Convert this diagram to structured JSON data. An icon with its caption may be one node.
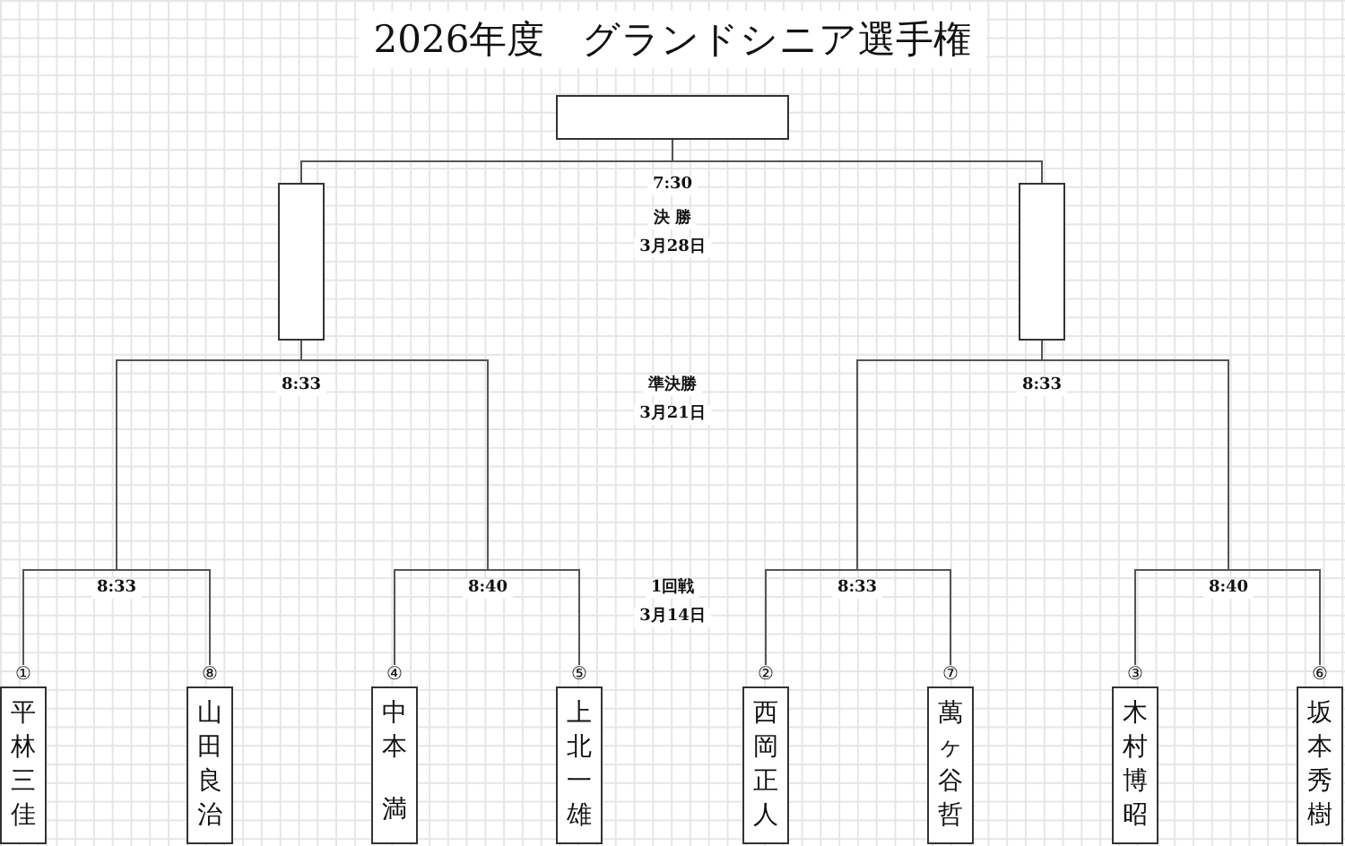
{
  "diagram": {
    "title": "2026年度　グランドシニア選手権",
    "nodes": [
      {
        "text": [],
        "shape": "box"
      },
      {
        "text": [],
        "shape": "box"
      },
      {
        "text": [],
        "shape": "box"
      },
      {
        "text": [
          "平林",
          "三佳"
        ],
        "beside": [
          "①"
        ]
      },
      {
        "text": [
          "山田",
          "良治"
        ],
        "beside": [
          "⑧"
        ]
      },
      {
        "text": [
          "中本",
          "満"
        ],
        "beside": [
          "④"
        ]
      },
      {
        "text": [
          "上北",
          "一雄"
        ],
        "beside": [
          "⑤"
        ]
      },
      {
        "text": [
          "西岡",
          "正人"
        ],
        "beside": [
          "②"
        ]
      },
      {
        "text": [
          "萬ヶ谷",
          "哲"
        ],
        "beside": [
          "⑦"
        ]
      },
      {
        "text": [
          "木村",
          "博昭"
        ],
        "beside": [
          "③"
        ]
      },
      {
        "text": [
          "坂本",
          "秀樹"
        ],
        "beside": [
          "⑥"
        ]
      }
    ],
    "edges": [
      {
        "from": 1,
        "to": 0,
        "arrow": "none"
      },
      {
        "from": 2,
        "to": 0,
        "arrow": "none"
      },
      {
        "from": 3,
        "to": 1,
        "arrow": "none"
      },
      {
        "from": 4,
        "to": 1,
        "arrow": "none"
      },
      {
        "from": 5,
        "to": 1,
        "arrow": "none"
      },
      {
        "from": 6,
        "to": 1,
        "arrow": "none"
      },
      {
        "from": 7,
        "to": 2,
        "arrow": "none"
      },
      {
        "from": 8,
        "to": 2,
        "arrow": "none"
      },
      {
        "from": 9,
        "to": 2,
        "arrow": "none"
      },
      {
        "from": 10,
        "to": 2,
        "arrow": "none"
      }
    ],
    "labels": [
      "7:30",
      "決 勝",
      "3月28日",
      "8:33",
      "準決勝",
      "8:33",
      "3月21日",
      "8:33",
      "8:40",
      "1回戦",
      "8:33",
      "8:40",
      "3月14日"
    ]
  }
}
